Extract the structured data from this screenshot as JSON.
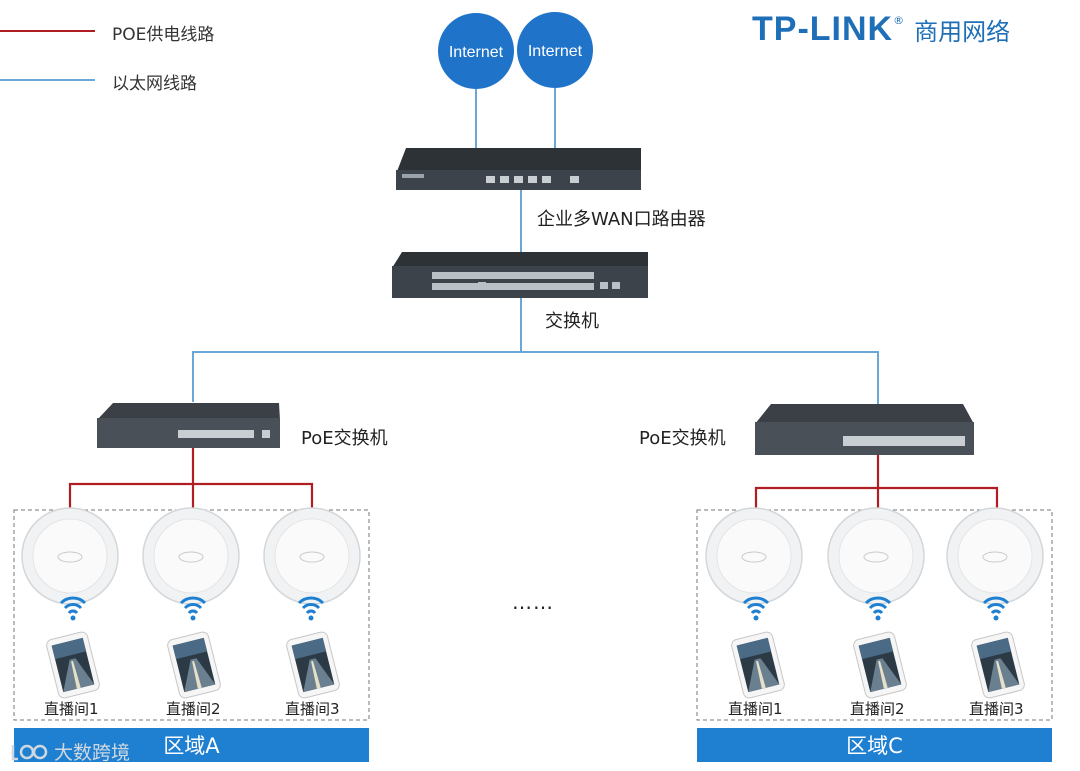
{
  "legend": {
    "poe_label": "POE供电线路",
    "ethernet_label": "以太网线路",
    "colors": {
      "poe": "#b01e23",
      "ethernet": "#6aa6d6"
    }
  },
  "brand": {
    "logo": "TP-LINK",
    "registered": "®",
    "tagline": "商用网络"
  },
  "internet": {
    "left": "Internet",
    "right": "Internet"
  },
  "router": {
    "label": "企业多WAN口路由器"
  },
  "core_switch": {
    "label": "交换机"
  },
  "poe_switch_a": {
    "label": "PoE交换机"
  },
  "poe_switch_c": {
    "label": "PoE交换机"
  },
  "zone_a": {
    "label": "区域A",
    "rooms": [
      "直播间1",
      "直播间2",
      "直播间3"
    ]
  },
  "zone_c": {
    "label": "区域C",
    "rooms": [
      "直播间1",
      "直播间2",
      "直播间3"
    ]
  },
  "ellipsis": "……",
  "watermark": "大数跨境",
  "colors": {
    "accent": "#1f80d1",
    "internet": "#1f74c9",
    "device_dark": "#3d434a"
  }
}
